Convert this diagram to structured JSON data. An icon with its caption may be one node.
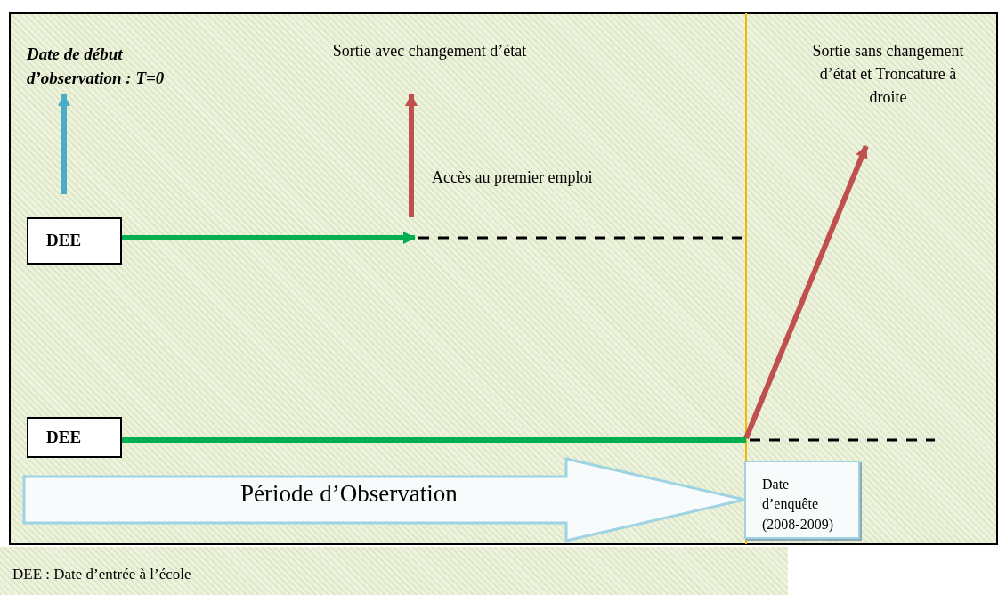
{
  "diagram": {
    "nodes": [
      {
        "text": [
          "Date de début d’observation : T=0"
        ]
      },
      {
        "text": [
          "Sortie avec changement d’état"
        ]
      },
      {
        "text": [
          "Sortie sans changement d’état et Troncature à droite"
        ]
      },
      {
        "text": [
          "DEE"
        ]
      },
      {
        "text": [
          "DEE"
        ]
      },
      {
        "text": [
          "Date d’enquête (2008-2009)"
        ]
      }
    ],
    "edges": [
      {
        "from": null,
        "to": 0,
        "arrow": "to",
        "color": "#4bacc6"
      },
      {
        "from": null,
        "to": 1,
        "arrow": "to",
        "color": "#c0504d"
      },
      {
        "from": null,
        "to": 2,
        "arrow": "to",
        "color": "#c0504d"
      },
      {
        "from": 3,
        "to": null,
        "arrow": "to",
        "color": "#00b050"
      },
      {
        "from": 4,
        "to": null,
        "arrow": "none",
        "color": "#00b050"
      },
      {
        "from": 4,
        "to": 5,
        "arrow": "to",
        "label": "Période d’Observation",
        "style": "thick",
        "color": "#9dd3e2"
      }
    ],
    "labels": [
      "Accès au premier emploi",
      "DEE : Date d’entrée à l’école"
    ]
  }
}
